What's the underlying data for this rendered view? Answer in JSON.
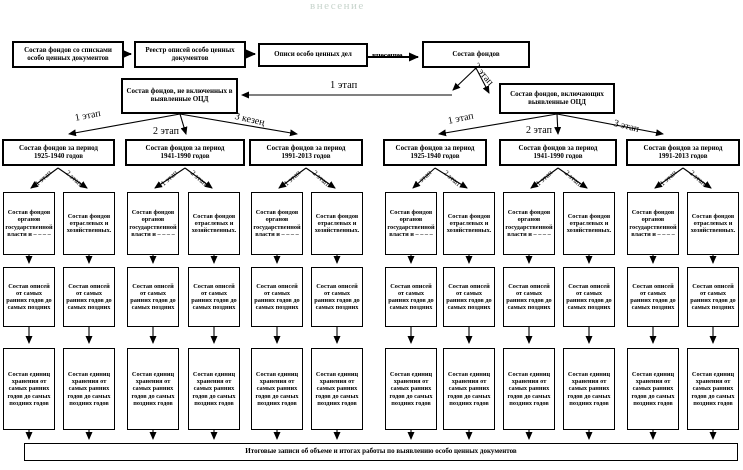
{
  "watermark": "внесение",
  "colors": {
    "ink": "#000000",
    "watermark": "#c7d4cc"
  },
  "top_row": {
    "box1": "Состав фондов со списками особо ценных документов",
    "box2": "Реестр описей особо ценных документов",
    "box3": "Описи особо ценных дел",
    "insert_label": "внесение",
    "box4": "Состав фондов"
  },
  "level2": {
    "left": "Состав фондов, не включенных в выявленные ОЦД",
    "right": "Состав фондов, включающих выявленные ОЦД"
  },
  "labels": {
    "stage1": "1 этап",
    "stage2": "2 этап",
    "stage3": "3 этап",
    "stage3_kz": "3 кезең"
  },
  "periods": {
    "title": "Состав фондов за период",
    "years": [
      "1925-1940 годов",
      "1941-1990 годов",
      "1991-2013 годов"
    ]
  },
  "detail_boxes": {
    "gov": "Состав фондов органов государственной власти и – – – –",
    "branch": "Состав фондов отраслевых и хозяйственных.",
    "inventories": "Состав описей от самых ранних годов до самых поздних",
    "units": "Состав единиц хранения от самых ранних годов до самых поздних годов"
  },
  "footer": "Итоговые записи об объеме и итогах работы по выявлению особо ценных документов"
}
